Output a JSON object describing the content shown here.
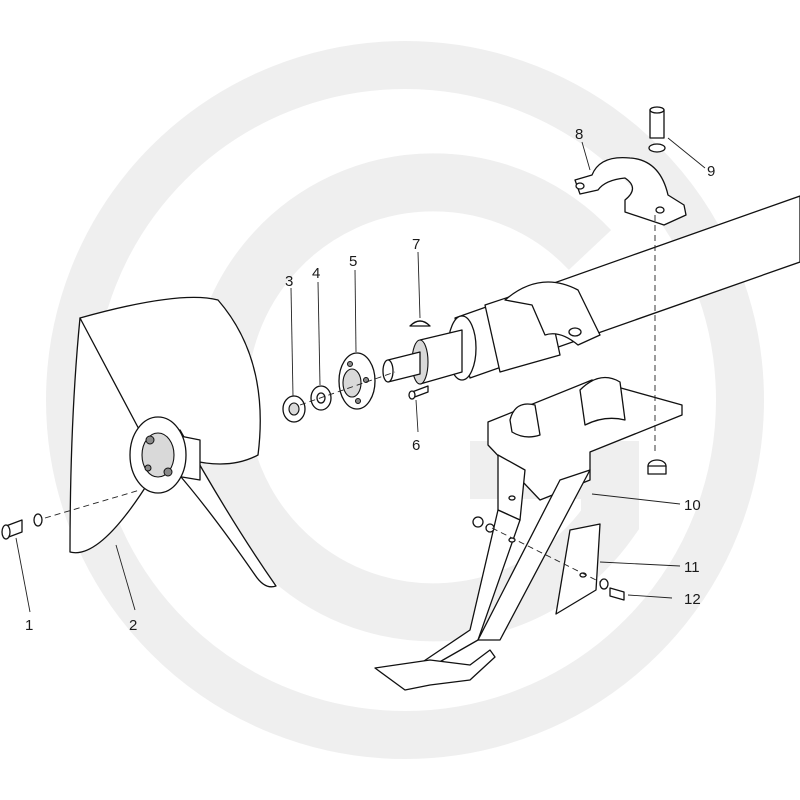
{
  "diagram": {
    "watermark_icon": "g-circle-watermark-icon",
    "callouts": [
      "1",
      "2",
      "3",
      "4",
      "5",
      "6",
      "7",
      "8",
      "9",
      "10",
      "11",
      "12"
    ]
  }
}
